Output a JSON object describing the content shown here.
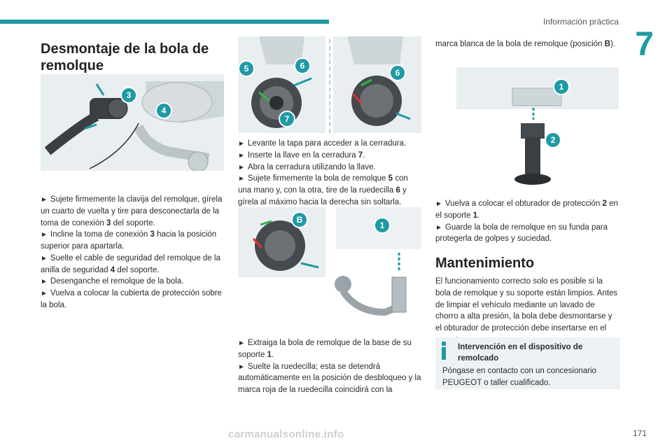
{
  "header": {
    "section_title": "Información práctica",
    "chapter_number": "7",
    "accent_color": "#1e9aa4"
  },
  "col1": {
    "title": "Desmontaje de la bola de remolque",
    "steps": [
      [
        "Sujete firmemente la clavija del remolque, gírela un cuarto de vuelta y tire para desconectarla de la toma de conexión ",
        "3",
        " del soporte."
      ],
      [
        "Incline la toma de conexión ",
        "3",
        " hacia la posición superior para apartarla."
      ],
      [
        "Suelte el cable de seguridad del remolque de la anilla de seguridad ",
        "4",
        " del soporte."
      ],
      [
        "Desenganche el remolque de la bola."
      ],
      [
        "Vuelva a colocar la cubierta de protección sobre la bola."
      ]
    ],
    "fig_callouts": [
      "3",
      "4"
    ]
  },
  "col2": {
    "fig_callouts_left": [
      "5",
      "6",
      "7"
    ],
    "fig_callouts_right": [
      "6"
    ],
    "steps": [
      [
        "Levante la tapa para acceder a la cerradura."
      ],
      [
        "Inserte la llave en la cerradura ",
        "7",
        "."
      ],
      [
        "Abra la cerradura utilizando la llave."
      ],
      [
        "Sujete firmemente la bola de remolque ",
        "5",
        " con una mano y, con la otra, tire de la ruedecilla ",
        "6",
        " y gírela al máximo hacia la derecha sin soltarla."
      ]
    ],
    "fig2_callouts": [
      "B",
      "1"
    ],
    "steps2": [
      [
        "Extraiga la bola de remolque de la base de su soporte ",
        "1",
        "."
      ],
      [
        "Suelte la ruedecilla; esta se detendrá automáticamente en la posición de desbloqueo y la marca roja de la ruedecilla coincidirá con la"
      ]
    ]
  },
  "col3": {
    "continuation": [
      "marca blanca de la bola de remolque (posición ",
      "B",
      ")."
    ],
    "fig_callouts": [
      "1",
      "2"
    ],
    "steps": [
      [
        "Vuelva a colocar el obturador de protección ",
        "2",
        " en el soporte ",
        "1",
        "."
      ],
      [
        "Guarde la bola de remolque en su funda para protegerla de golpes y suciedad."
      ]
    ],
    "maint_title": "Mantenimiento",
    "maint_text": "El funcionamiento correcto solo es posible si la bola de remolque y su soporte están limpios. Antes de limpiar el vehículo mediante un lavado de chorro a alta presión, la bola debe desmontarse y el obturador de protección debe insertarse en el soporte.",
    "info_title": "Intervención en el dispositivo de remolcado",
    "info_text": "Póngase en contacto con un concesionario PEUGEOT o taller cualificado."
  },
  "footer": {
    "page_number": "171",
    "watermark": "carmanualsonline.info"
  }
}
